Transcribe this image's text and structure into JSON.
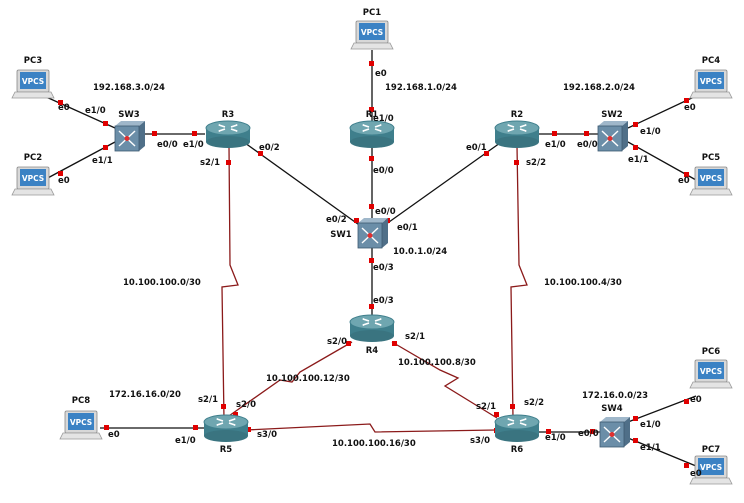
{
  "colors": {
    "ethernet_link": "#111111",
    "serial_link": "#8b1a1a",
    "port_dot": "#e00000",
    "router_top": "#6fa6b0",
    "router_body": "#3f7f8c",
    "switch_body": "#6b8ea8",
    "pc_screen": "#3b82c4"
  },
  "nodes": {
    "pc1": {
      "name": "PC1",
      "screen_text": "VPCS"
    },
    "pc2": {
      "name": "PC2",
      "screen_text": "VPCS"
    },
    "pc3": {
      "name": "PC3",
      "screen_text": "VPCS"
    },
    "pc4": {
      "name": "PC4",
      "screen_text": "VPCS"
    },
    "pc5": {
      "name": "PC5",
      "screen_text": "VPCS"
    },
    "pc6": {
      "name": "PC6",
      "screen_text": "VPCS"
    },
    "pc7": {
      "name": "PC7",
      "screen_text": "VPCS"
    },
    "pc8": {
      "name": "PC8",
      "screen_text": "VPCS"
    },
    "r1": {
      "name": "R1"
    },
    "r2": {
      "name": "R2"
    },
    "r3": {
      "name": "R3"
    },
    "r4": {
      "name": "R4"
    },
    "r5": {
      "name": "R5"
    },
    "r6": {
      "name": "R6"
    },
    "sw1": {
      "name": "SW1"
    },
    "sw2": {
      "name": "SW2"
    },
    "sw3": {
      "name": "SW3"
    },
    "sw4": {
      "name": "SW4"
    }
  },
  "networks": {
    "lan_r3": "192.168.3.0/24",
    "lan_r1": "192.168.1.0/24",
    "lan_r2": "192.168.2.0/24",
    "core": "10.0.1.0/24",
    "r3_r5": "10.100.100.0/30",
    "r2_r6": "10.100.100.4/30",
    "r4_r6": "10.100.100.8/30",
    "r4_r5": "10.100.100.12/30",
    "r5_r6": "10.100.100.16/30",
    "lan_r5": "172.16.16.0/20",
    "lan_r6": "172.16.0.0/23"
  },
  "interfaces": {
    "pc1_e0": "e0",
    "r1_e1_0": "e1/0",
    "r1_e0_0": "e0/0",
    "sw1_e0_0": "e0/0",
    "sw1_e0_1": "e0/1",
    "sw1_e0_2": "e0/2",
    "sw1_e0_3": "e0/3",
    "r4_e0_3": "e0/3",
    "r2_e0_1": "e0/1",
    "r2_e1_0": "e1/0",
    "r2_s2_2": "s2/2",
    "sw2_e0_0": "e0/0",
    "sw2_e1_0": "e1/0",
    "sw2_e1_1": "e1/1",
    "pc4_e0": "e0",
    "pc5_e0": "e0",
    "pc3_e0": "e0",
    "pc2_e0": "e0",
    "sw3_e1_0": "e1/0",
    "sw3_e1_1": "e1/1",
    "sw3_e0_0": "e0/0",
    "r3_e1_0": "e1/0",
    "r3_e0_2": "e0/2",
    "r3_s2_1": "s2/1",
    "r4_s2_0": "s2/0",
    "r4_s2_1": "s2/1",
    "r5_s2_1": "s2/1",
    "r5_s2_0": "s2/0",
    "r5_s3_0": "s3/0",
    "r5_e1_0": "e1/0",
    "pc8_e0": "e0",
    "r6_s2_1": "s2/1",
    "r6_s2_2": "s2/2",
    "r6_s3_0": "s3/0",
    "r6_e1_0": "e1/0",
    "sw4_e0_0": "e0/0",
    "sw4_e1_0": "e1/0",
    "sw4_e1_1": "e1/1",
    "pc6_e0": "e0",
    "pc7_e0": "e0"
  }
}
